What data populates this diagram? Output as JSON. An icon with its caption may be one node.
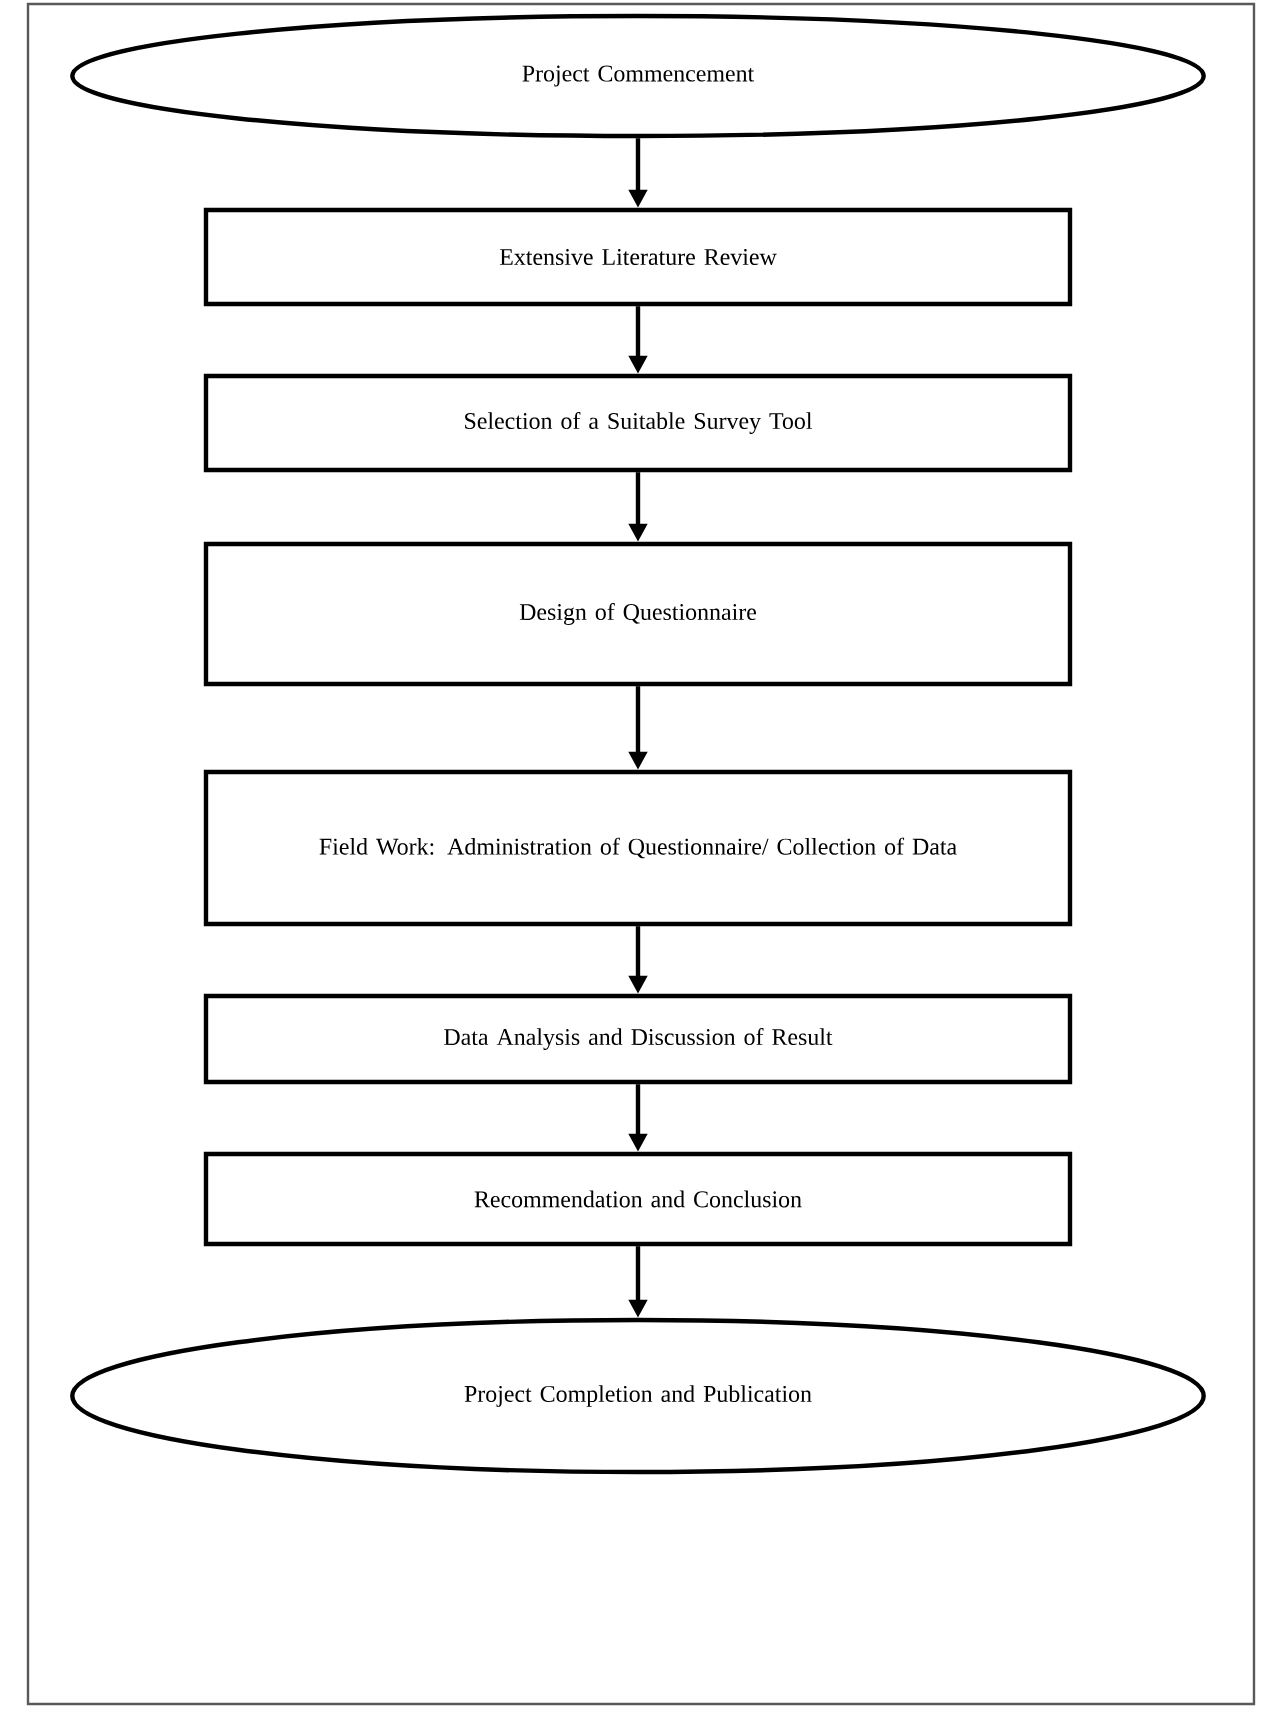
{
  "diagram": {
    "nodes": [
      {
        "text": [
          "Project Commencement"
        ]
      },
      {
        "text": [
          "Extensive Literature Review"
        ]
      },
      {
        "text": [
          "Selection of a Suitable Survey Tool"
        ]
      },
      {
        "text": [
          "Design of Questionnaire"
        ]
      },
      {
        "text": [
          "Field Work: Administration of Questionnaire/ Collection of Data"
        ]
      },
      {
        "text": [
          "Data Analysis and Discussion of Result"
        ]
      },
      {
        "text": [
          "Recommendation and Conclusion"
        ]
      },
      {
        "text": [
          "Project Completion and Publication"
        ]
      }
    ],
    "edges": [
      {
        "from": 0,
        "to": 1,
        "arrow": "to"
      },
      {
        "from": 1,
        "to": 2,
        "arrow": "to"
      },
      {
        "from": 2,
        "to": 3,
        "arrow": "to"
      },
      {
        "from": 3,
        "to": 4,
        "arrow": "to"
      },
      {
        "from": 4,
        "to": 5,
        "arrow": "to"
      },
      {
        "from": 5,
        "to": 6,
        "arrow": "to"
      },
      {
        "from": 6,
        "to": 7,
        "arrow": "to"
      }
    ]
  }
}
